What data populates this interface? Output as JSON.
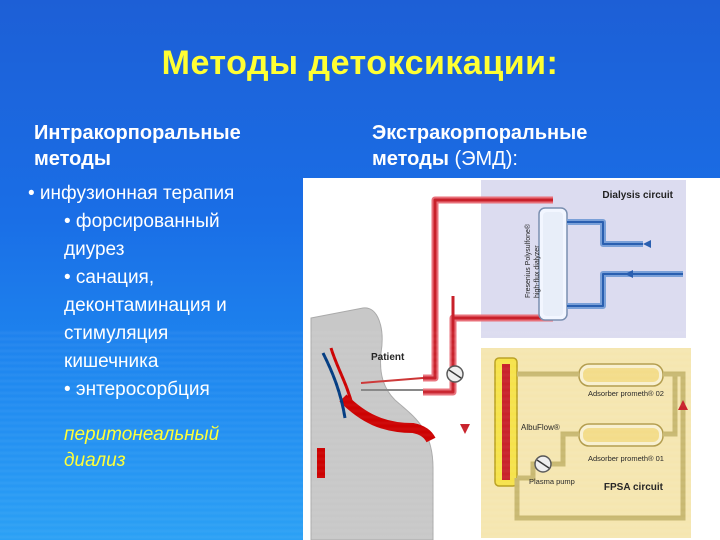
{
  "slide": {
    "title": "Методы детоксикации:",
    "left_heading": {
      "line1": "Интракорпоральные",
      "line2": "методы"
    },
    "right_heading": {
      "line1": "Экстракорпоральные",
      "line2_bold": "методы",
      "line2_rest": " (ЭМД):"
    },
    "list": [
      {
        "level": 1,
        "text": "• инфузионная терапия"
      },
      {
        "level": 2,
        "text": "• форсированный"
      },
      {
        "level": 2,
        "text": "диурез"
      },
      {
        "level": 2,
        "text": "• санация,"
      },
      {
        "level": 2,
        "text": "деконтаминация и"
      },
      {
        "level": 2,
        "text": "стимуляция"
      },
      {
        "level": 2,
        "text": "кишечника"
      },
      {
        "level": 2,
        "text": "• энтеросорбция"
      }
    ],
    "peritoneal": {
      "line1": "перитонеальный",
      "line2": "диализ"
    },
    "colors": {
      "title": "#ffff33",
      "text": "#ffffff",
      "background": "#1a6ee6"
    }
  },
  "diagram": {
    "dialysis_circuit": "Dialysis circuit",
    "dialyzer_label_1": "Fresenius Polysulfone®",
    "dialyzer_label_2": "high-flux dialyzer",
    "patient": "Patient",
    "adsorber_1": "Adsorber prometh® 02",
    "adsorber_2": "Adsorber prometh® 01",
    "albuflow": "AlbuFlow®",
    "plasma_pump": "Plasma pump",
    "fpsa_circuit": "FPSA circuit"
  }
}
